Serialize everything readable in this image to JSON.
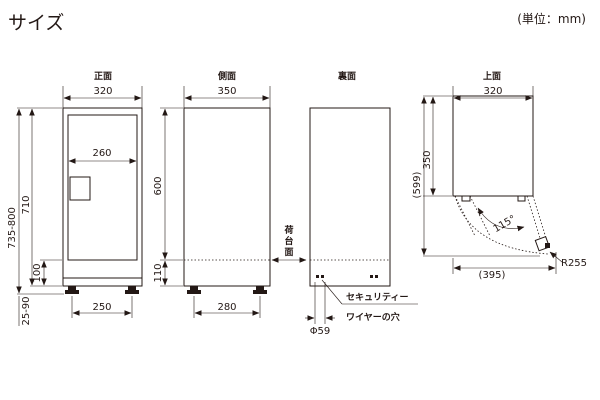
{
  "title": "サイズ",
  "unit_note": "(単位：mm)",
  "views": {
    "front": {
      "label": "正面",
      "width": "320",
      "door_width": "260",
      "foot_span": "250",
      "height_range": "735-800",
      "body_height": "710",
      "shelf_height": "100",
      "leg_height": "25-90"
    },
    "side": {
      "label": "側面",
      "depth": "350",
      "upper_height": "600",
      "lower_height": "110",
      "foot_span": "280"
    },
    "back": {
      "label": "裏面",
      "vertical_label": [
        "荷",
        "台",
        "面"
      ],
      "hole_diameter": "Φ59",
      "security_note": [
        "セキュリティー",
        "ワイヤーの穴"
      ]
    },
    "top": {
      "label": "上面",
      "width": "320",
      "depth": "350",
      "open_depth": "(599)",
      "angle": "115°",
      "open_width": "(395)",
      "radius": "R255"
    }
  }
}
